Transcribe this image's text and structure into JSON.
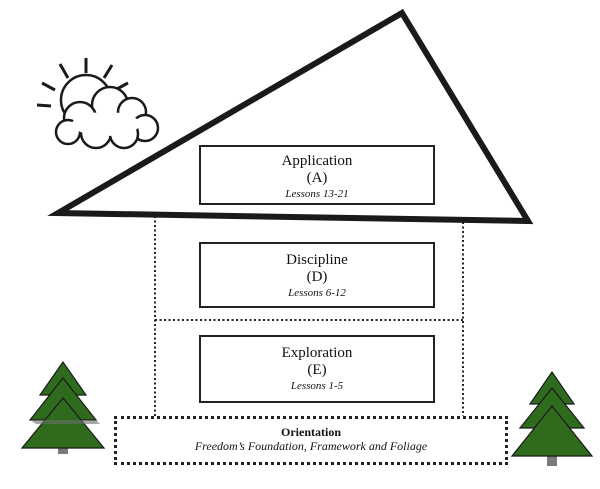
{
  "levels": {
    "application": {
      "title": "Application",
      "code": "(A)",
      "lessons": "Lessons 13-21"
    },
    "discipline": {
      "title": "Discipline",
      "code": "(D)",
      "lessons": "Lessons 6-12"
    },
    "exploration": {
      "title": "Exploration",
      "code": "(E)",
      "lessons": "Lessons 1-5"
    }
  },
  "foundation": {
    "title": "Orientation",
    "subtitle": "Freedom’s Foundation, Framework and Foliage"
  },
  "icons": [
    "sun-icon",
    "cloud-icon",
    "pine-tree-icon"
  ],
  "colors": {
    "tree_fill": "#2e6b1c",
    "line": "#1a1a1a"
  }
}
